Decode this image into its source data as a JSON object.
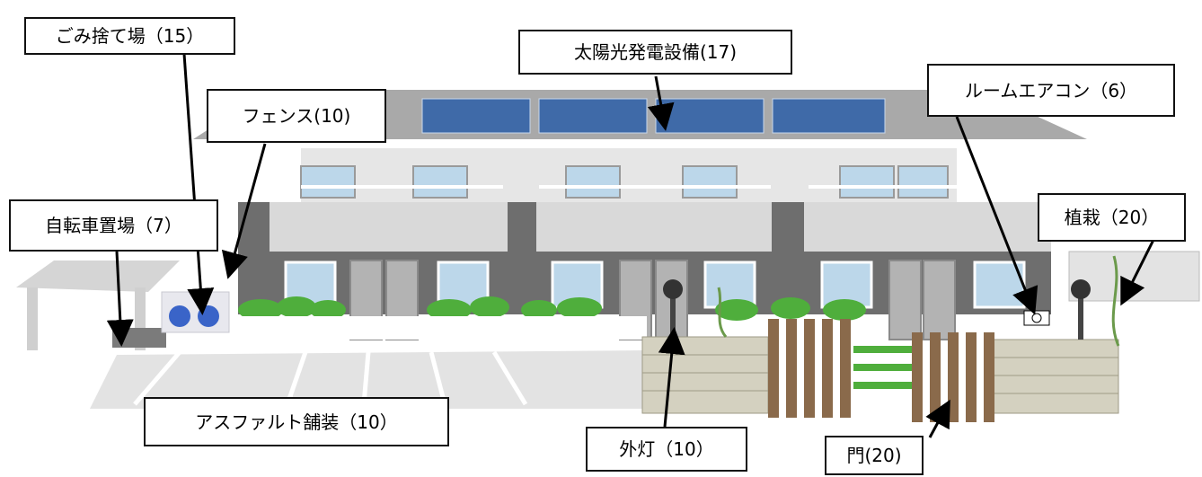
{
  "labels": {
    "garbage": "ごみ捨て場（15）",
    "solar": "太陽光発電設備(17)",
    "aircon": "ルームエアコン（6）",
    "fence": "フェンス(10)",
    "bicycle": "自転車置場（7）",
    "planting": "植栽（20）",
    "asphalt": "アスファルト舗装（10）",
    "light": "外灯（10）",
    "gate": "門(20)"
  },
  "colors": {
    "wall_dark": "#6e6e6e",
    "wall_light": "#d9d9d9",
    "roof": "#a6a6a6",
    "panel": "#3f6aa8",
    "window": "#bcd7ea",
    "shrub": "#4fae3c",
    "brick": "#d4d1c0",
    "fence_wood": "#8a6a4b",
    "asphalt": "#e0e0e0"
  }
}
